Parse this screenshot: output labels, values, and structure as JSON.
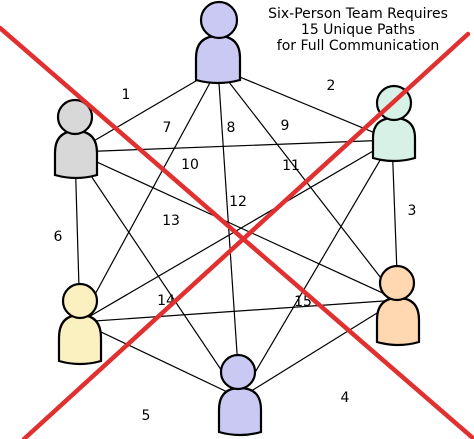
{
  "caption": {
    "line1": "Six-Person Team Requires",
    "line2": "15 Unique Paths",
    "line3": "for Full Communication"
  },
  "people": [
    {
      "id": "top",
      "color": "#c9c9f4"
    },
    {
      "id": "upper-right",
      "color": "#d7f1e6"
    },
    {
      "id": "lower-right",
      "color": "#ffd7b0"
    },
    {
      "id": "bottom",
      "color": "#c9c9f4"
    },
    {
      "id": "lower-left",
      "color": "#fbf1c0"
    },
    {
      "id": "upper-left",
      "color": "#d8d8d8"
    }
  ],
  "edges": [
    {
      "label": "1",
      "from": "top",
      "to": "upper-left"
    },
    {
      "label": "2",
      "from": "top",
      "to": "upper-right"
    },
    {
      "label": "3",
      "from": "upper-right",
      "to": "lower-right"
    },
    {
      "label": "4",
      "from": "lower-right",
      "to": "bottom"
    },
    {
      "label": "5",
      "from": "bottom",
      "to": "lower-left"
    },
    {
      "label": "6",
      "from": "lower-left",
      "to": "upper-left"
    },
    {
      "label": "7",
      "from": "top",
      "to": "lower-left"
    },
    {
      "label": "8",
      "from": "top",
      "to": "bottom"
    },
    {
      "label": "9",
      "from": "top",
      "to": "lower-right"
    },
    {
      "label": "10",
      "from": "upper-left",
      "to": "upper-right"
    },
    {
      "label": "11",
      "from": "upper-right",
      "to": "lower-left"
    },
    {
      "label": "12",
      "from": "upper-right",
      "to": "bottom"
    },
    {
      "label": "13",
      "from": "upper-left",
      "to": "lower-right"
    },
    {
      "label": "14",
      "from": "upper-left",
      "to": "bottom"
    },
    {
      "label": "15",
      "from": "lower-left",
      "to": "lower-right"
    }
  ],
  "cross_color": "#e03030",
  "line_color": "#000000"
}
